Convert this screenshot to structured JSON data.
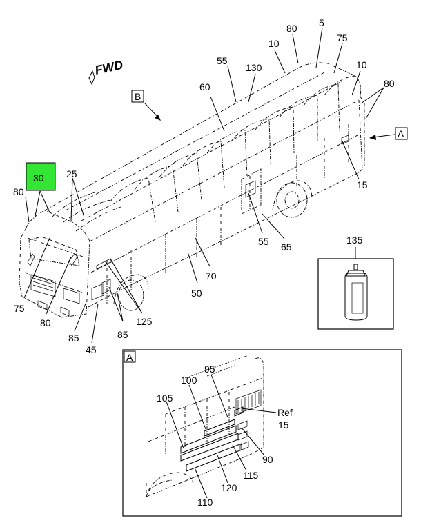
{
  "diagram": {
    "fwd_label": "FWD",
    "view_b_label": "B",
    "view_a_label": "A",
    "detail_a_label": "A",
    "highlight_color": "#33e633",
    "callouts": {
      "c5": "5",
      "c10a": "10",
      "c10b": "10",
      "c15": "15",
      "c25": "25",
      "c30": "30",
      "c45": "45",
      "c50": "50",
      "c55a": "55",
      "c55b": "55",
      "c60": "60",
      "c65": "65",
      "c70": "70",
      "c75a": "75",
      "c75b": "75",
      "c80a": "80",
      "c80b": "80",
      "c80c": "80",
      "c80d": "80",
      "c85a": "85",
      "c85b": "85",
      "c125": "125",
      "c130": "130",
      "c135": "135",
      "c95": "95",
      "c100": "100",
      "c105": "105",
      "c90": "90",
      "c115": "115",
      "c120": "120",
      "c110": "110",
      "ref": "Ref",
      "ref15": "15"
    }
  }
}
